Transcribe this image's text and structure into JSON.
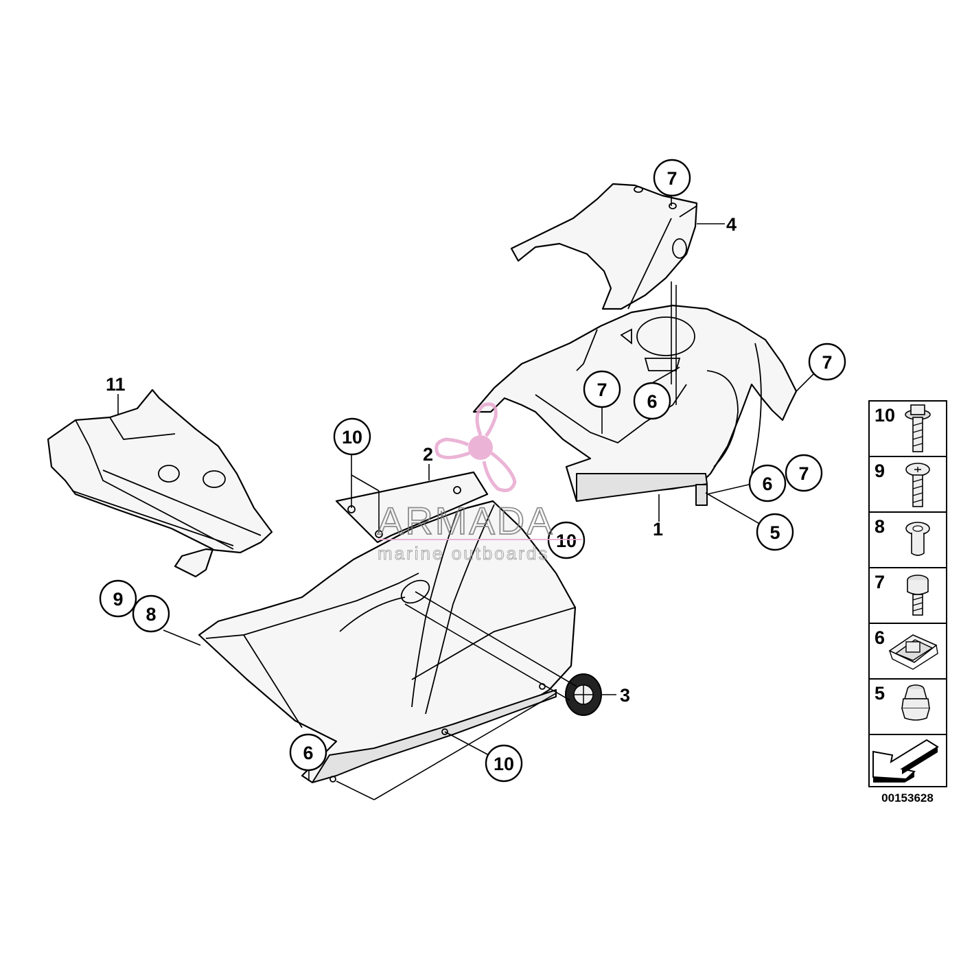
{
  "callouts": [
    {
      "id": "c-7-top",
      "text": "7"
    },
    {
      "id": "c-7-right",
      "text": "7"
    },
    {
      "id": "c-7-mid",
      "text": "7"
    },
    {
      "id": "c-6-mid",
      "text": "6"
    },
    {
      "id": "c-6-right",
      "text": "6"
    },
    {
      "id": "c-7-right2",
      "text": "7"
    },
    {
      "id": "c-5",
      "text": "5"
    },
    {
      "id": "c-10-left",
      "text": "10"
    },
    {
      "id": "c-10-center",
      "text": "10"
    },
    {
      "id": "c-9",
      "text": "9"
    },
    {
      "id": "c-8",
      "text": "8"
    },
    {
      "id": "c-6-bottom",
      "text": "6"
    },
    {
      "id": "c-10-bottom",
      "text": "10"
    }
  ],
  "labels": [
    {
      "id": "l-4",
      "text": "4"
    },
    {
      "id": "l-1",
      "text": "1"
    },
    {
      "id": "l-2",
      "text": "2"
    },
    {
      "id": "l-3",
      "text": "3"
    },
    {
      "id": "l-11",
      "text": "11"
    }
  ],
  "legend": {
    "items": [
      {
        "num": "10",
        "icon": "flange-bolt-icon"
      },
      {
        "num": "9",
        "icon": "phillips-screw-icon"
      },
      {
        "num": "8",
        "icon": "sleeve-bushing-icon"
      },
      {
        "num": "7",
        "icon": "torx-bolt-icon"
      },
      {
        "num": "6",
        "icon": "spring-clip-nut-icon"
      },
      {
        "num": "5",
        "icon": "rubber-grommet-icon"
      }
    ],
    "arrow_icon": "direction-arrow-icon"
  },
  "reference_number": "00153628",
  "watermark": {
    "brand": "ARMADA",
    "tagline": "marine outboards",
    "logo": "propeller-logo-icon",
    "logo_color": "#e8a8d0"
  }
}
